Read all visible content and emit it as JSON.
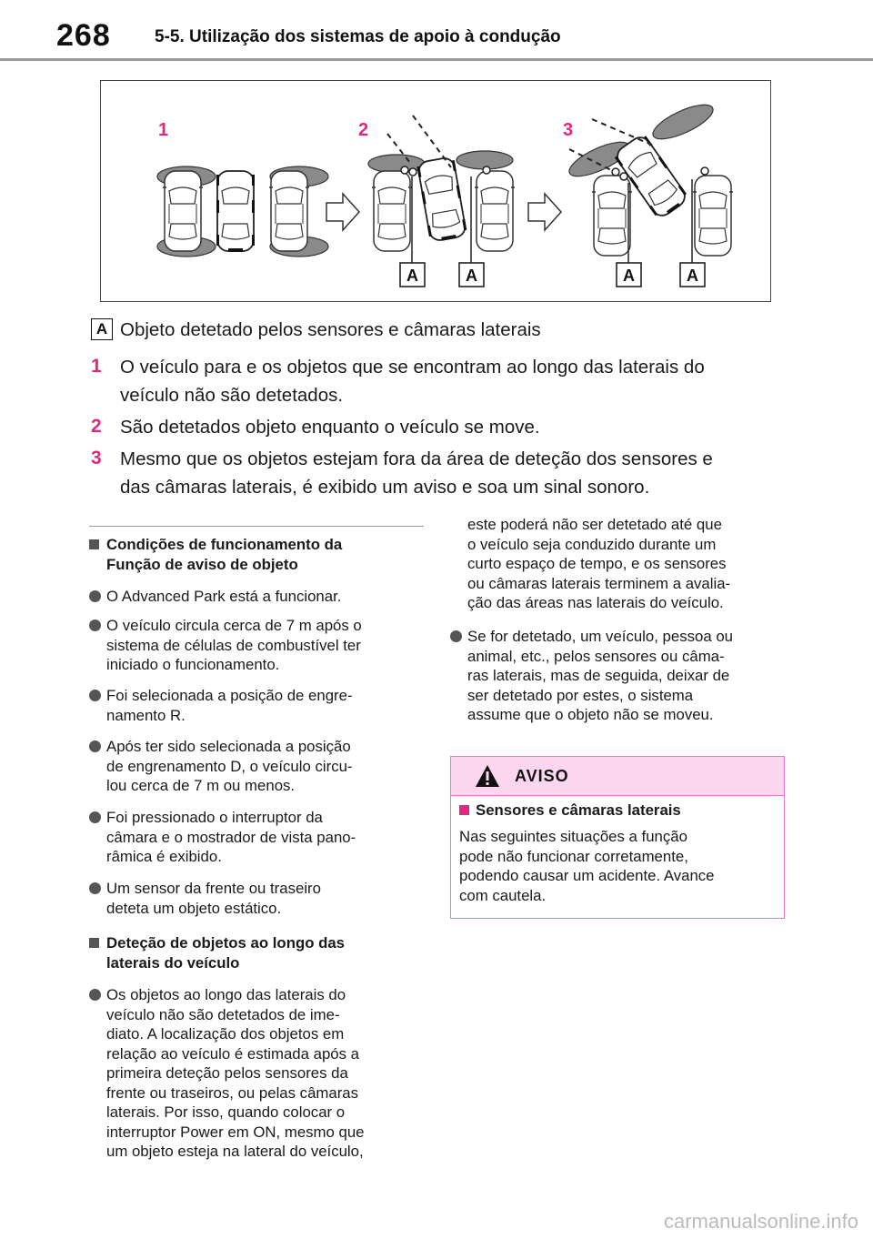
{
  "header": {
    "page_number": "268",
    "section_title": "5-5. Utilização dos sistemas de apoio à condução"
  },
  "figure": {
    "step_labels": [
      "1",
      "2",
      "3"
    ],
    "callout_label": "A",
    "colors": {
      "step_label": "#e0287e",
      "sensor_zone": "#8a8a8a"
    }
  },
  "legend": {
    "A_label": "A",
    "A_text": "Objeto detetado pelos sensores e câmaras laterais",
    "items": [
      {
        "num": "1",
        "line1": "O veículo para e os objetos que se encontram ao longo das laterais do",
        "line2": "veículo não são detetados."
      },
      {
        "num": "2",
        "line1": "São detetados objeto enquanto o veículo se move.",
        "line2": ""
      },
      {
        "num": "3",
        "line1": "Mesmo que os objetos estejam fora da área de deteção dos sensores e",
        "line2": "das câmaras laterais, é exibido um aviso e soa um sinal sonoro."
      }
    ]
  },
  "left_column": {
    "heading1": {
      "l1": "Condições de funcionamento da",
      "l2": "Função de aviso de objeto"
    },
    "bullets": [
      {
        "lines": [
          "O Advanced Park está a funcionar."
        ]
      },
      {
        "lines": [
          "O veículo circula cerca de 7 m após o",
          "sistema de células de combustível ter",
          "iniciado o funcionamento."
        ]
      },
      {
        "lines": [
          "Foi selecionada a posição de engre-",
          "namento R."
        ]
      },
      {
        "lines": [
          "Após ter sido selecionada a posição",
          "de engrenamento D, o veículo circu-",
          "lou cerca de 7 m ou menos."
        ]
      },
      {
        "lines": [
          "Foi pressionado o interruptor da",
          "câmara e o mostrador de vista pano-",
          "râmica é exibido."
        ]
      },
      {
        "lines": [
          "Um sensor da frente ou traseiro",
          "deteta um objeto estático."
        ]
      }
    ],
    "heading2": {
      "l1": "Deteção de objetos ao longo das",
      "l2": "laterais do veículo"
    },
    "bullet_last": {
      "lines": [
        "Os objetos ao longo das laterais do",
        "veículo não são detetados de ime-",
        "diato. A localização dos objetos em",
        "relação ao veículo é estimada após a",
        "primeira deteção pelos sensores da",
        "frente ou traseiros, ou pelas câmaras",
        "laterais. Por isso, quando colocar o",
        "interruptor Power em ON, mesmo que",
        "um objeto esteja na lateral do veículo,"
      ]
    }
  },
  "right_column": {
    "continued": [
      "este poderá não ser detetado até que",
      "o veículo seja conduzido durante um",
      "curto espaço de tempo, e os sensores",
      "ou câmaras laterais terminem a avalia-",
      "ção das áreas nas laterais do veículo."
    ],
    "bullet": {
      "lines": [
        "Se for detetado, um veículo, pessoa ou",
        "animal, etc., pelos sensores ou câma-",
        "ras laterais, mas de seguida, deixar de",
        "ser detetado por estes, o sistema",
        "assume que o objeto não se moveu."
      ]
    }
  },
  "warning": {
    "title": "AVISO",
    "subheading": "Sensores e câmaras laterais",
    "lines": [
      "Nas seguintes situações a função",
      "pode não funcionar corretamente,",
      "podendo causar um acidente. Avance",
      "com cautela."
    ],
    "colors": {
      "header_bg": "#fbd6ee",
      "border": "#e87ac0"
    }
  },
  "watermark": "carmanualsonline.info"
}
